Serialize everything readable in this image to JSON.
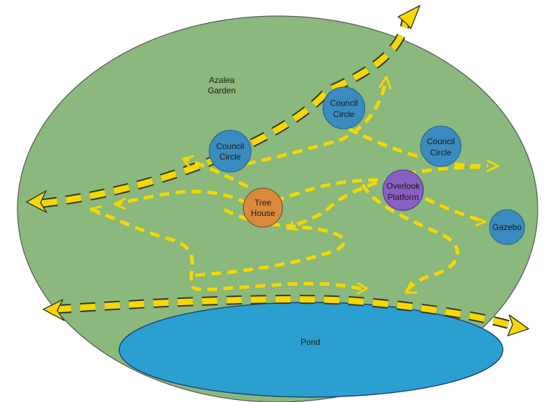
{
  "map": {
    "colors": {
      "garden_fill": "#8ab87d",
      "garden_stroke": "#555555",
      "pond_fill": "#2a9fd0",
      "pond_stroke": "#1a3d7a",
      "council_fill": "#3a8bbf",
      "treehouse_fill": "#d98a3c",
      "overlook_fill": "#8a5fc4",
      "gazebo_fill": "#3a8bbf",
      "trail_fill": "#f5d800",
      "trail_outline": "#333333"
    },
    "area": {
      "line1": "Azalea",
      "line2": "Garden"
    },
    "pond": {
      "label": "Pond"
    },
    "features": {
      "council_left": {
        "line1": "Council",
        "line2": "Circle"
      },
      "council_top": {
        "line1": "Council",
        "line2": "Circle"
      },
      "council_right": {
        "line1": "Council",
        "line2": "Circle"
      },
      "tree_house": {
        "line1": "Tree",
        "line2": "House"
      },
      "overlook": {
        "line1": "Overlook",
        "line2": "Platform"
      },
      "gazebo": {
        "line1": "Gazebo"
      }
    }
  }
}
